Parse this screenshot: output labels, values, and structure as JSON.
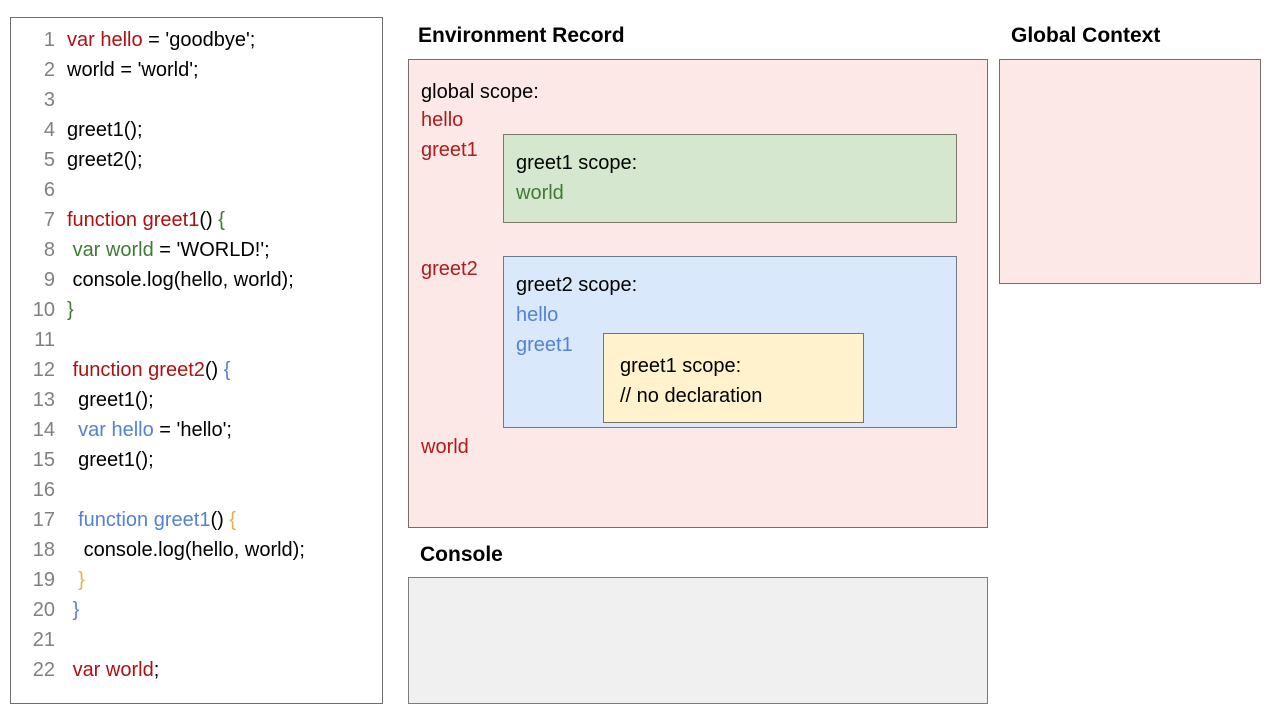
{
  "code_panel": {
    "lines": [
      {
        "number": "1",
        "tokens": [
          {
            "t": "var hello",
            "c": "red"
          },
          {
            "t": " = 'goodbye';",
            "c": "black"
          }
        ]
      },
      {
        "number": "2",
        "tokens": [
          {
            "t": "world = 'world';",
            "c": "black"
          }
        ]
      },
      {
        "number": "3",
        "tokens": [
          {
            "t": "",
            "c": "black"
          }
        ]
      },
      {
        "number": "4",
        "tokens": [
          {
            "t": "greet1();",
            "c": "black"
          }
        ]
      },
      {
        "number": "5",
        "tokens": [
          {
            "t": "greet2();",
            "c": "black"
          }
        ]
      },
      {
        "number": "6",
        "tokens": [
          {
            "t": "",
            "c": "black"
          }
        ]
      },
      {
        "number": "7",
        "tokens": [
          {
            "t": "function greet1",
            "c": "red"
          },
          {
            "t": "() ",
            "c": "black"
          },
          {
            "t": "{",
            "c": "green"
          }
        ]
      },
      {
        "number": "8",
        "tokens": [
          {
            "t": " ",
            "c": "black"
          },
          {
            "t": "var world",
            "c": "green"
          },
          {
            "t": " = 'WORLD!';",
            "c": "black"
          }
        ]
      },
      {
        "number": "9",
        "tokens": [
          {
            "t": " console.log(hello, world);",
            "c": "black"
          }
        ]
      },
      {
        "number": "10",
        "tokens": [
          {
            "t": "}",
            "c": "green"
          }
        ]
      },
      {
        "number": "11",
        "tokens": [
          {
            "t": "",
            "c": "black"
          }
        ]
      },
      {
        "number": "12",
        "tokens": [
          {
            "t": " ",
            "c": "black"
          },
          {
            "t": "function greet2",
            "c": "red"
          },
          {
            "t": "() ",
            "c": "black"
          },
          {
            "t": "{",
            "c": "blue"
          }
        ]
      },
      {
        "number": "13",
        "tokens": [
          {
            "t": "  greet1();",
            "c": "black"
          }
        ]
      },
      {
        "number": "14",
        "tokens": [
          {
            "t": "  ",
            "c": "black"
          },
          {
            "t": "var hello",
            "c": "blue"
          },
          {
            "t": " = 'hello';",
            "c": "black"
          }
        ]
      },
      {
        "number": "15",
        "tokens": [
          {
            "t": "  greet1();",
            "c": "black"
          }
        ]
      },
      {
        "number": "16",
        "tokens": [
          {
            "t": "",
            "c": "black"
          }
        ]
      },
      {
        "number": "17",
        "tokens": [
          {
            "t": "  ",
            "c": "black"
          },
          {
            "t": "function greet1",
            "c": "blue"
          },
          {
            "t": "() ",
            "c": "black"
          },
          {
            "t": "{",
            "c": "yellow"
          }
        ]
      },
      {
        "number": "18",
        "tokens": [
          {
            "t": "   console.log(hello, world);",
            "c": "black"
          }
        ]
      },
      {
        "number": "19",
        "tokens": [
          {
            "t": "  ",
            "c": "black"
          },
          {
            "t": "}",
            "c": "yellow"
          }
        ]
      },
      {
        "number": "20",
        "tokens": [
          {
            "t": " ",
            "c": "black"
          },
          {
            "t": "}",
            "c": "blue"
          }
        ]
      },
      {
        "number": "21",
        "tokens": [
          {
            "t": "",
            "c": "black"
          }
        ]
      },
      {
        "number": "22",
        "tokens": [
          {
            "t": " ",
            "c": "black"
          },
          {
            "t": "var world",
            "c": "red"
          },
          {
            "t": ";",
            "c": "black"
          }
        ]
      }
    ]
  },
  "environment_record": {
    "title": "Environment Record",
    "global_scope": {
      "label": "global scope:",
      "bindings": [
        "hello",
        "greet1",
        "greet2",
        "world"
      ]
    },
    "greet1_scope": {
      "label": "greet1 scope:",
      "bindings": [
        "world"
      ]
    },
    "greet2_scope": {
      "label": "greet2 scope:",
      "bindings": [
        "hello",
        "greet1"
      ]
    },
    "inner_greet1_scope": {
      "label": "greet1 scope:",
      "comment": "// no declaration"
    }
  },
  "global_context": {
    "title": "Global Context",
    "contents": ""
  },
  "console": {
    "title": "Console",
    "contents": ""
  },
  "colors": {
    "red": "#ad1111",
    "green": "#3f7b34",
    "blue": "#5382d4",
    "yellow": "#e3b24a",
    "pink_fill": "#fce8e6",
    "green_fill": "#d5e8cf",
    "blue_fill": "#dae8fc",
    "yellow_fill": "#fff2cc",
    "console_fill": "#f0f0f0",
    "line_number": "#808080"
  }
}
